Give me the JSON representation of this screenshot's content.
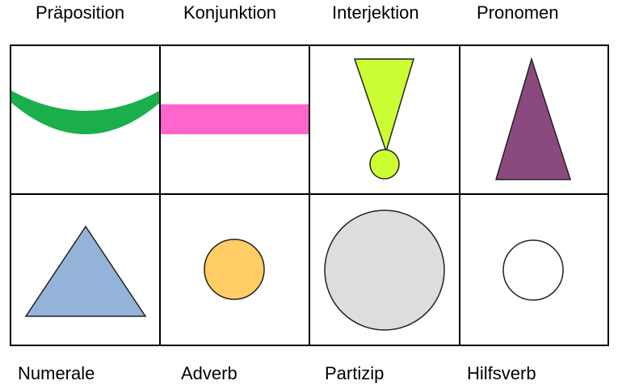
{
  "top_row": {
    "labels": [
      "Präposition",
      "Konjunktion",
      "Interjektion",
      "Pronomen"
    ]
  },
  "bottom_row": {
    "labels": [
      "Numerale",
      "Adverb",
      "Partizip",
      "Hilfsverb"
    ]
  },
  "symbols": [
    {
      "word_class": "Präposition",
      "shape": "arc",
      "color": "#1aaf4b"
    },
    {
      "word_class": "Konjunktion",
      "shape": "bar",
      "color": "#ff66cc"
    },
    {
      "word_class": "Interjektion",
      "shape": "exclamation-mark",
      "color": "#ccff33"
    },
    {
      "word_class": "Pronomen",
      "shape": "narrow-triangle",
      "color": "#8b4a7e"
    },
    {
      "word_class": "Numerale",
      "shape": "triangle",
      "color": "#93b3d9"
    },
    {
      "word_class": "Adverb",
      "shape": "small-circle",
      "color": "#ffcc66"
    },
    {
      "word_class": "Partizip",
      "shape": "large-circle",
      "color": "#dddddd"
    },
    {
      "word_class": "Hilfsverb",
      "shape": "small-circle",
      "color": "#ffffff"
    }
  ]
}
